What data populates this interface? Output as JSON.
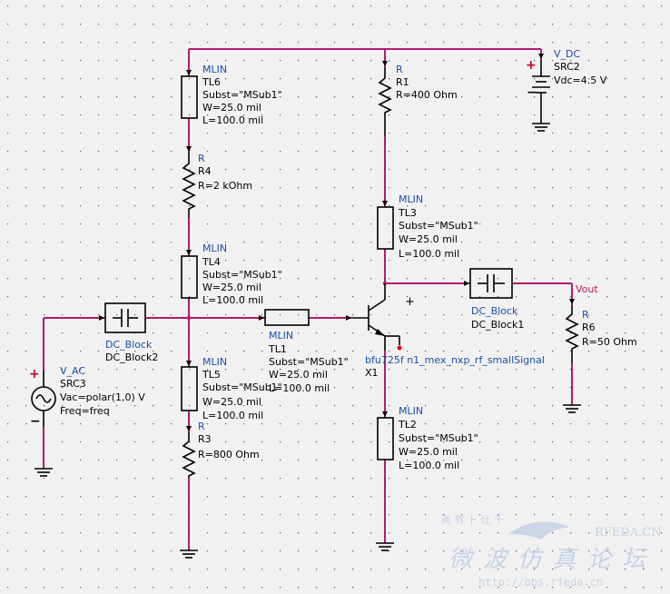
{
  "colors": {
    "wire": "#b01a6e",
    "component": "#000000",
    "type_label": "#1a4fa8",
    "node_label": "#c2185b",
    "source_plus": "#d8000a"
  },
  "components": {
    "src2": {
      "type": "V_DC",
      "name": "SRC2",
      "param": "Vdc=4.5 V",
      "plus": "+",
      "minus": "−"
    },
    "src3": {
      "type": "V_AC",
      "name": "SRC3",
      "param1": "Vac=polar(1,0) V",
      "param2": "Freq=freq",
      "plus": "+",
      "minus": "−"
    },
    "tl6": {
      "type": "MLIN",
      "name": "TL6",
      "subst": "Subst=\"MSub1\"",
      "w": "W=25.0 mil",
      "l": "L=100.0 mil"
    },
    "tl4": {
      "type": "MLIN",
      "name": "TL4",
      "subst": "Subst=\"MSub1\"",
      "w": "W=25.0 mil",
      "l": "L=100.0 mil"
    },
    "tl5": {
      "type": "MLIN",
      "name": "TL5",
      "subst": "Subst=\"MSub1\"",
      "w": "W=25.0 mil",
      "l": "L=100.0 mil"
    },
    "tl3": {
      "type": "MLIN",
      "name": "TL3",
      "subst": "Subst=\"MSub1\"",
      "w": "W=25.0 mil",
      "l": "L=100.0 mil"
    },
    "tl2": {
      "type": "MLIN",
      "name": "TL2",
      "subst": "Subst=\"MSub1\"",
      "w": "W=25.0 mil",
      "l": "L=100.0 mil"
    },
    "tl1": {
      "type": "MLIN",
      "name": "TL1",
      "subst": "Subst=\"MSub1\"",
      "w": "W=25.0 mil",
      "l": "L=100.0 mil"
    },
    "r1": {
      "type": "R",
      "name": "R1",
      "value": "R=400 Ohm"
    },
    "r4": {
      "type": "R",
      "name": "R4",
      "value": "R=2 kOhm"
    },
    "r3": {
      "type": "R",
      "name": "R3",
      "value": "R=800 Ohm"
    },
    "r6": {
      "type": "R",
      "name": "R6",
      "value": "R=50 Ohm"
    },
    "dcb1": {
      "type": "DC_Block",
      "name": "DC_Block1"
    },
    "dcb2": {
      "type": "DC_Block",
      "name": "DC_Block2"
    },
    "x1": {
      "model": "bfu725f n1_mex_nxp_rf_smallSignal",
      "name": "X1",
      "plus": "+"
    }
  },
  "nodes": {
    "vout": "Vout"
  },
  "watermark": {
    "left": "两 有 卜 仕 千",
    "brand": "RFEDA.CN",
    "chinese": "微 波 仿 真 论 坛",
    "url": "http://bbs.rfeda.cn"
  }
}
